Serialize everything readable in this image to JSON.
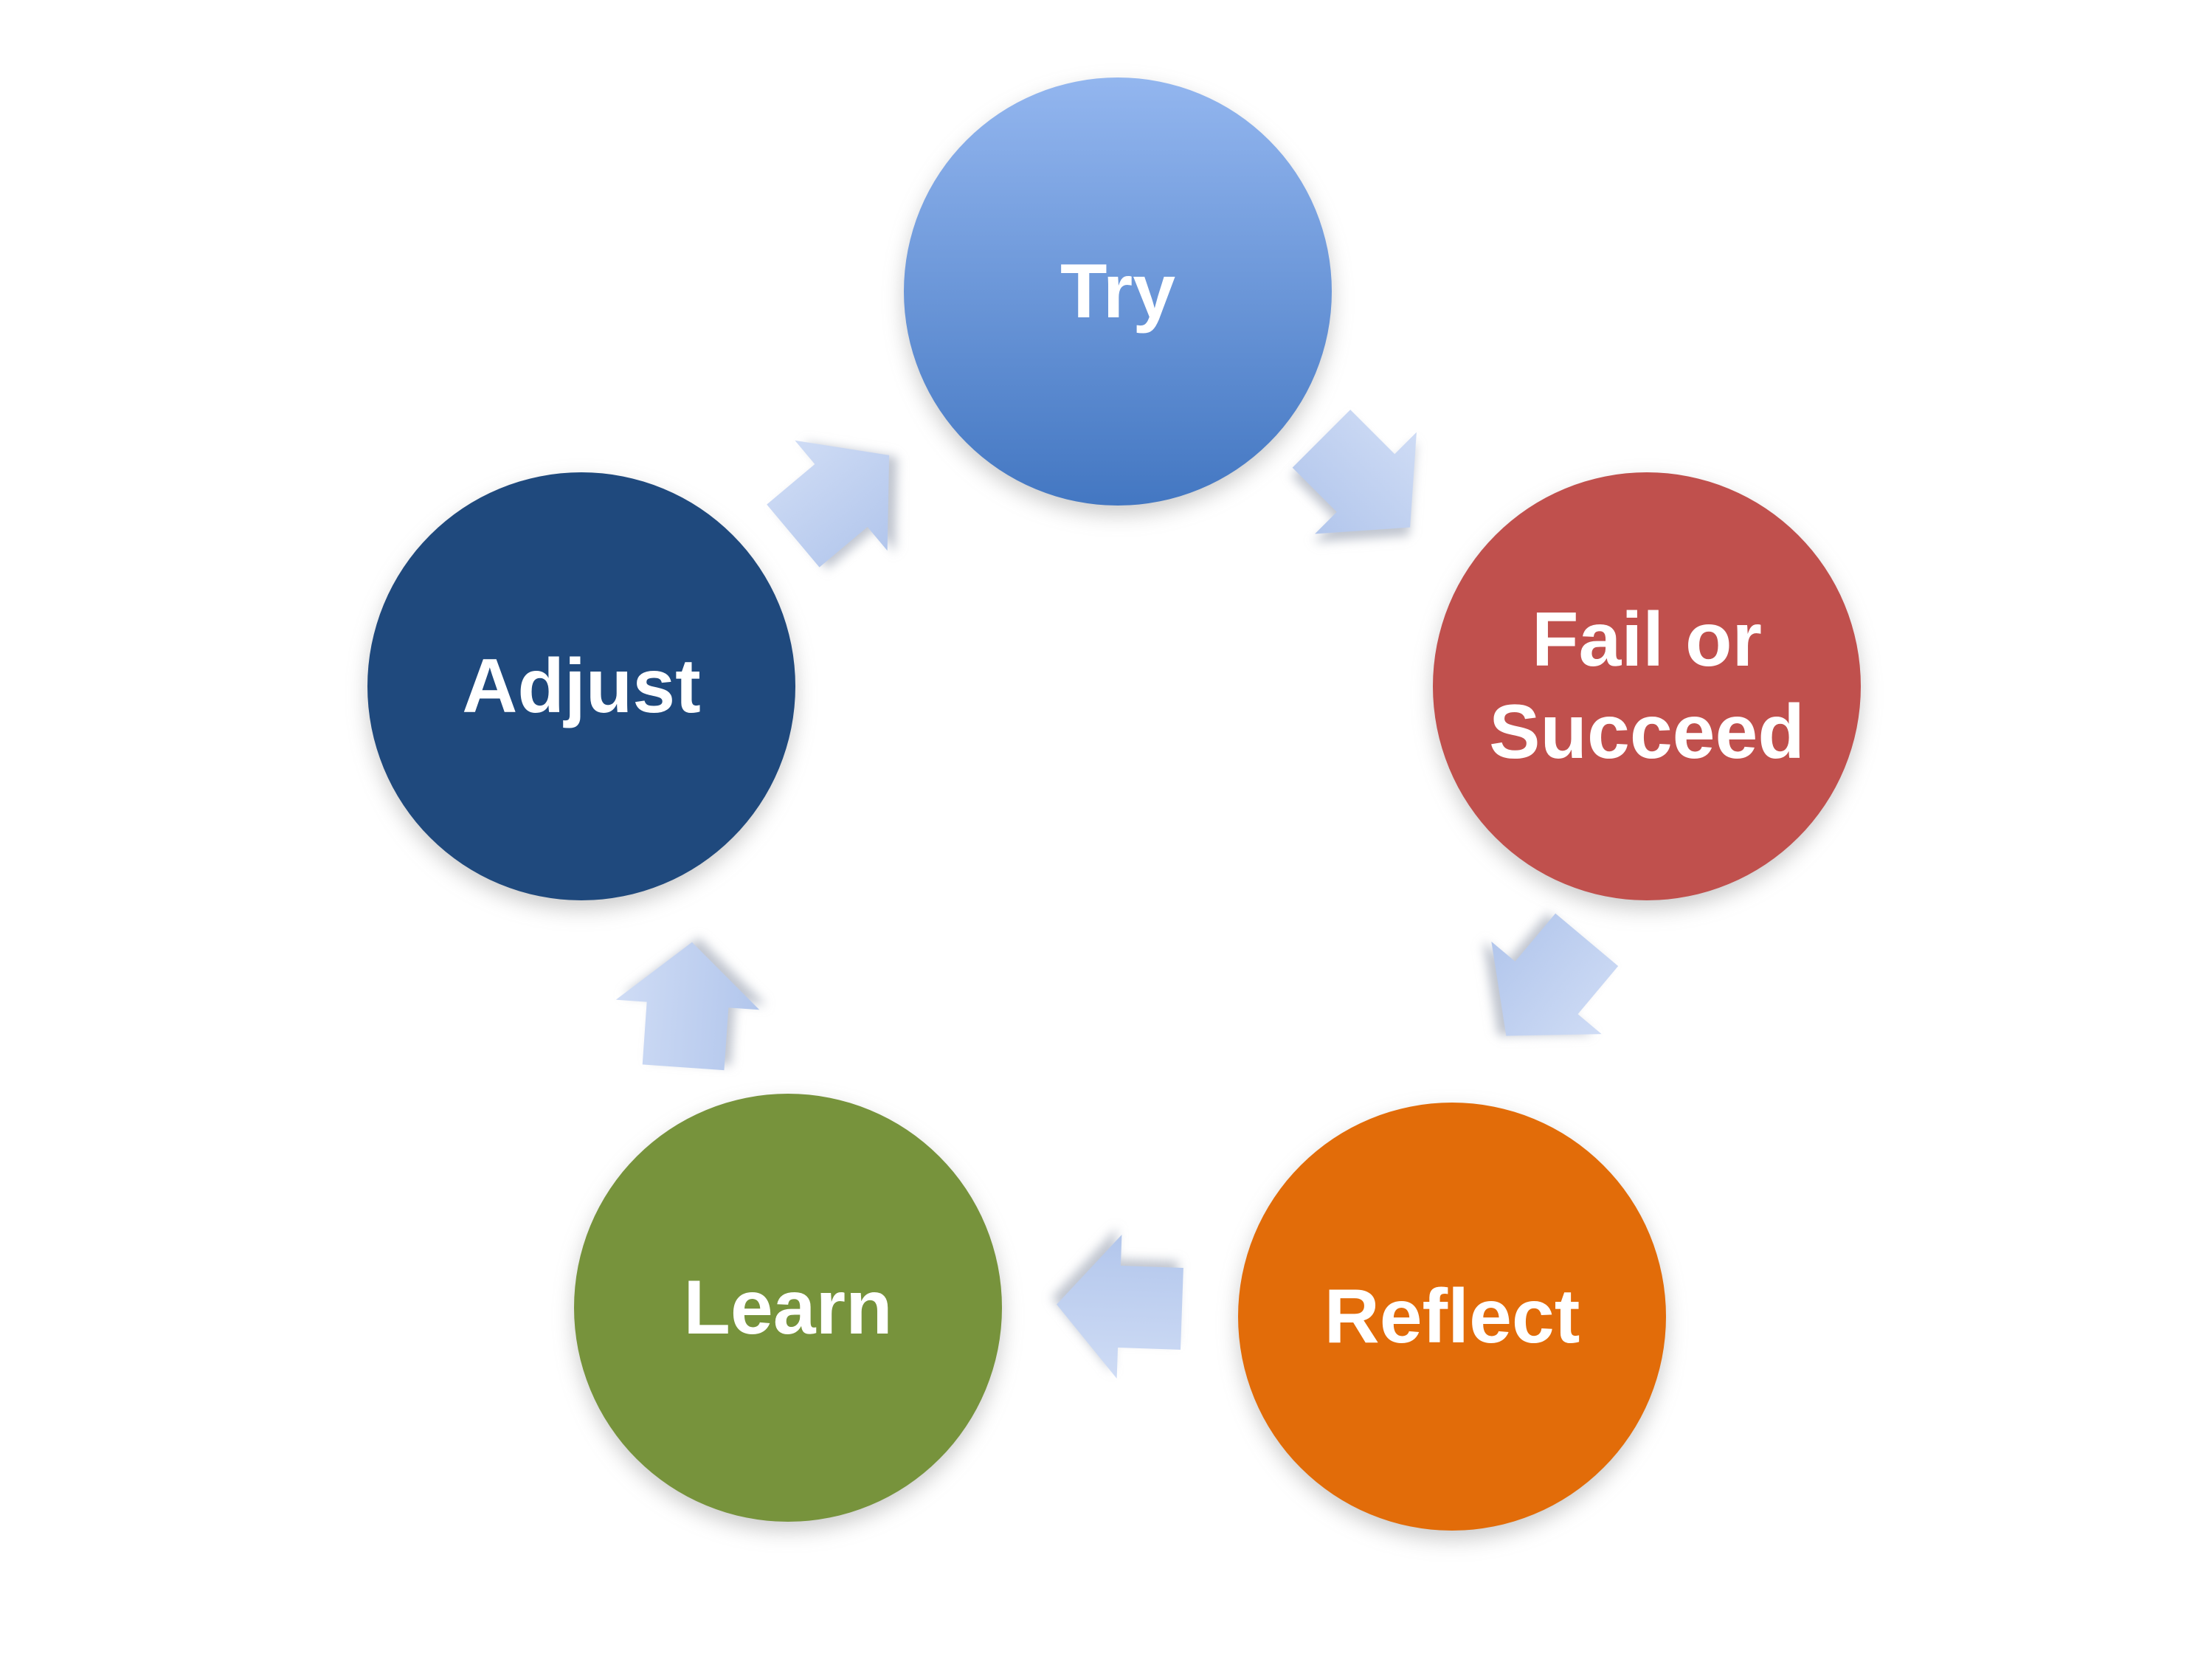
{
  "diagram": {
    "background": "#ffffff",
    "label_color": "#ffffff",
    "nodes": {
      "try": {
        "label": "Try",
        "fill_top": "#93b6ef",
        "fill_bottom": "#4377c2"
      },
      "fail_or_succeed": {
        "label": "Fail or Succeed",
        "fill": "#c0504d"
      },
      "reflect": {
        "label": "Reflect",
        "fill": "#e26c09"
      },
      "learn": {
        "label": "Learn",
        "fill": "#77933c"
      },
      "adjust": {
        "label": "Adjust",
        "fill": "#1f497d"
      }
    },
    "arrows": [
      {
        "from": "adjust",
        "to": "try"
      },
      {
        "from": "try",
        "to": "fail_or_succeed"
      },
      {
        "from": "fail_or_succeed",
        "to": "reflect"
      },
      {
        "from": "reflect",
        "to": "learn"
      },
      {
        "from": "learn",
        "to": "adjust"
      }
    ],
    "flow_order": [
      "Try",
      "Fail or Succeed",
      "Reflect",
      "Learn",
      "Adjust"
    ],
    "arrow_style": {
      "fill_top": "#cfdcf5",
      "fill_bottom": "#b2c6ec"
    }
  }
}
